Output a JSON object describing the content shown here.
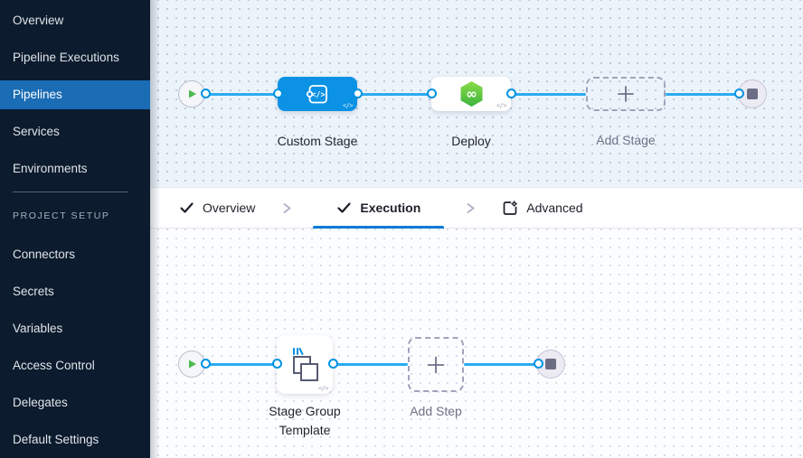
{
  "sidebar": {
    "items": [
      "Overview",
      "Pipeline Executions",
      "Pipelines",
      "Services",
      "Environments"
    ],
    "active_item": "Pipelines",
    "section_label": "PROJECT SETUP",
    "setup_items": [
      "Connectors",
      "Secrets",
      "Variables",
      "Access Control",
      "Delegates",
      "Default Settings"
    ]
  },
  "tabs": {
    "overview": "Overview",
    "execution": "Execution",
    "advanced": "Advanced",
    "active_tab": "Execution"
  },
  "stage_canvas": {
    "custom_stage_label": "Custom Stage",
    "deploy_label": "Deploy",
    "add_stage_label": "Add Stage"
  },
  "execution_canvas": {
    "stage_group_template_label": "Stage Group Template",
    "add_step_label": "Add Step"
  },
  "badges": {
    "code": "</>"
  },
  "icons": [
    "play-icon",
    "stop-icon",
    "custom-stage-icon",
    "deploy-cd-icon",
    "plus-icon",
    "check-icon",
    "chevron-right-icon",
    "advanced-gear-box-icon",
    "stage-group-icon",
    "template-badge-icon",
    "code-badge"
  ],
  "colors": {
    "sidebar_bg": "#0c1b2d",
    "sidebar_active_bg": "#1a6cb4",
    "node_blue": "#0b92e4",
    "connector_blue": "#2aabf2",
    "port_ring_blue": "#0092e4",
    "tab_underline_blue": "#0278d5",
    "green": "#4cb950",
    "canvas_top_bg": "#ecf4fb"
  }
}
